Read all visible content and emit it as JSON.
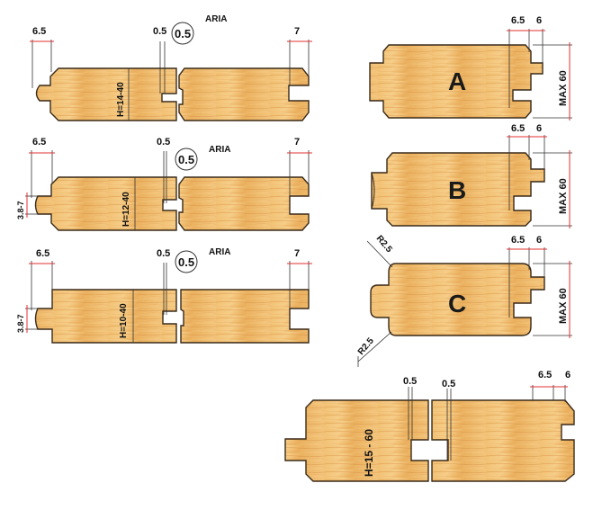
{
  "colors": {
    "wood_light": "#f3c479",
    "wood_mid": "#e8aa55",
    "wood_dark": "#c98838",
    "outline": "#3a2a18",
    "dim_tick": "#e03030"
  },
  "left_profiles": [
    {
      "left_dim": "6.5",
      "gap": "0.5",
      "circle": "0.5",
      "aria": "ARIA",
      "right_dim": "7",
      "height": "H=14-40"
    },
    {
      "left_dim": "6.5",
      "gap": "0.5",
      "circle": "0.5",
      "aria": "ARIA",
      "right_dim": "7",
      "height": "H=12-40",
      "side": "3.8-7"
    },
    {
      "left_dim": "6.5",
      "gap": "0.5",
      "circle": "0.5",
      "aria": "ARIA",
      "right_dim": "7",
      "height": "H=10-40",
      "side": "3.8-7"
    }
  ],
  "right_profiles": [
    {
      "letter": "A",
      "d1": "6.5",
      "d2": "6",
      "max": "MAX 60"
    },
    {
      "letter": "B",
      "d1": "6.5",
      "d2": "6",
      "max": "MAX 60"
    },
    {
      "letter": "C",
      "d1": "6.5",
      "d2": "6",
      "max": "MAX 60",
      "r_top": "R2.5",
      "r_bottom": "R2.5"
    }
  ],
  "bottom_profile": {
    "gap_left": "0.5",
    "gap_right": "0.5",
    "d1": "6.5",
    "d2": "6",
    "height": "H=15 - 60"
  }
}
